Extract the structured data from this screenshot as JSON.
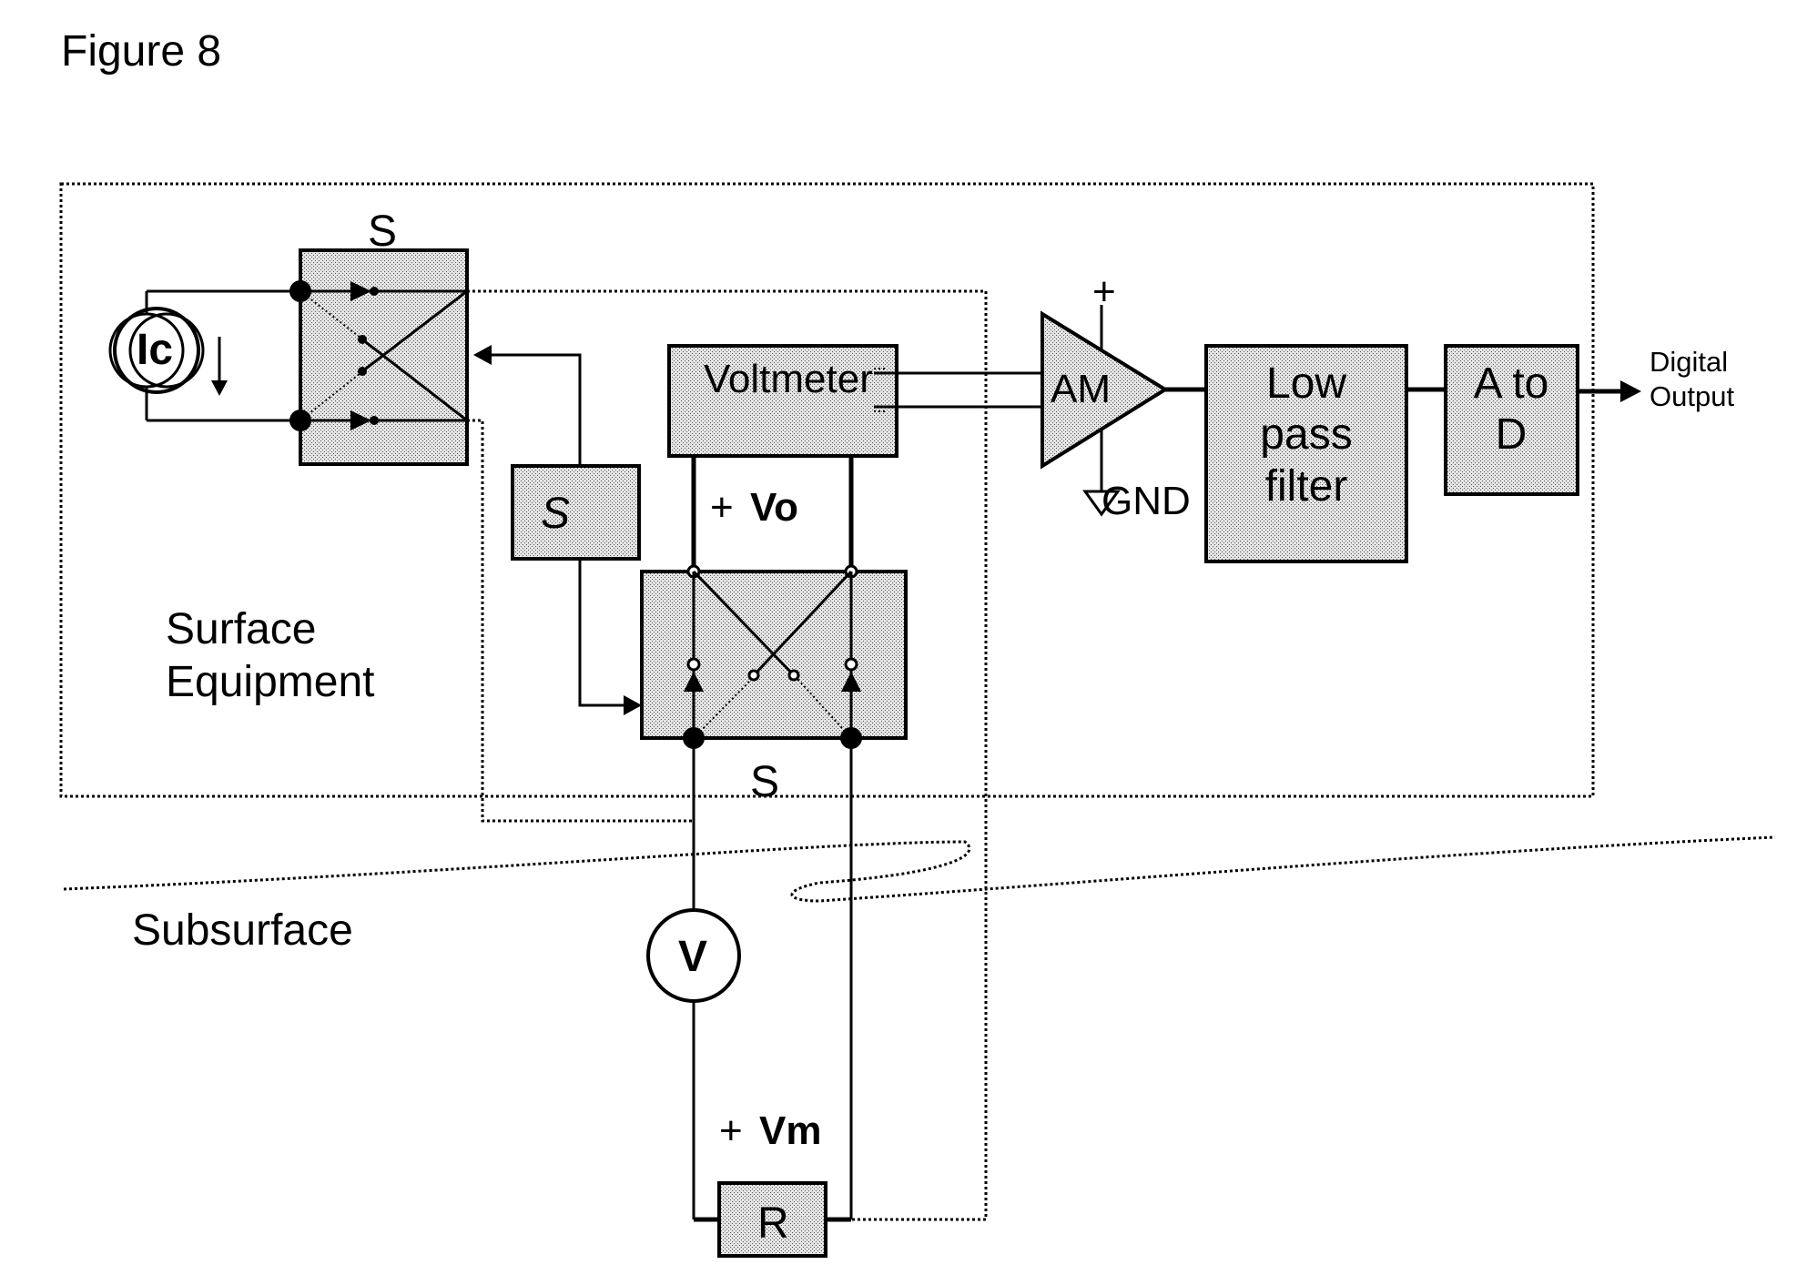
{
  "figure_title": "Figure 8",
  "regions": {
    "surface": [
      "Surface",
      "Equipment"
    ],
    "subsurface": "Subsurface"
  },
  "components": {
    "current_source": "Ic",
    "switch_top": "S",
    "switch_control": "S",
    "switch_bottom": "S",
    "voltmeter": "Voltmeter",
    "amplifier": "AM",
    "amp_plus": "+",
    "amp_gnd": "GND",
    "low_pass_filter": [
      "Low",
      "pass",
      "filter"
    ],
    "a_to_d": [
      "A to",
      "D"
    ],
    "digital_output": [
      "Digital",
      "Output"
    ],
    "subsurface_voltage_source": "V",
    "resistor": "R"
  },
  "voltages": {
    "vo_sign": "+",
    "vo": "Vo",
    "vm_sign": "+",
    "vm": "Vm"
  },
  "colors": {
    "ink": "#000000",
    "background": "#ffffff",
    "block_fill": "#d4d4d4"
  }
}
